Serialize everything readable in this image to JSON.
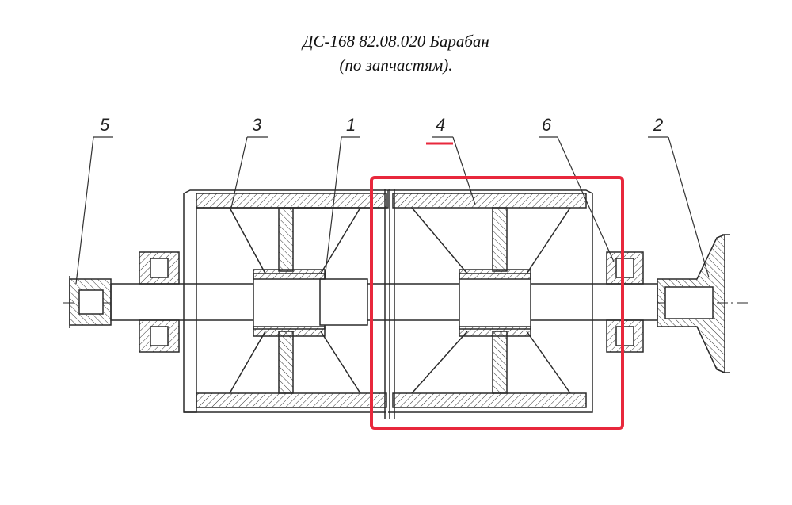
{
  "title": {
    "line1": "ДС-168 82.08.020 Барабан",
    "line2": "(по запчастям)."
  },
  "callouts": [
    {
      "id": "5",
      "label": "5"
    },
    {
      "id": "3",
      "label": "3"
    },
    {
      "id": "1",
      "label": "1"
    },
    {
      "id": "4",
      "label": "4"
    },
    {
      "id": "6",
      "label": "6"
    },
    {
      "id": "2",
      "label": "2"
    }
  ],
  "colors": {
    "drawing": "#2a2a2a",
    "highlight": "#e8283c",
    "background": "#ffffff"
  }
}
